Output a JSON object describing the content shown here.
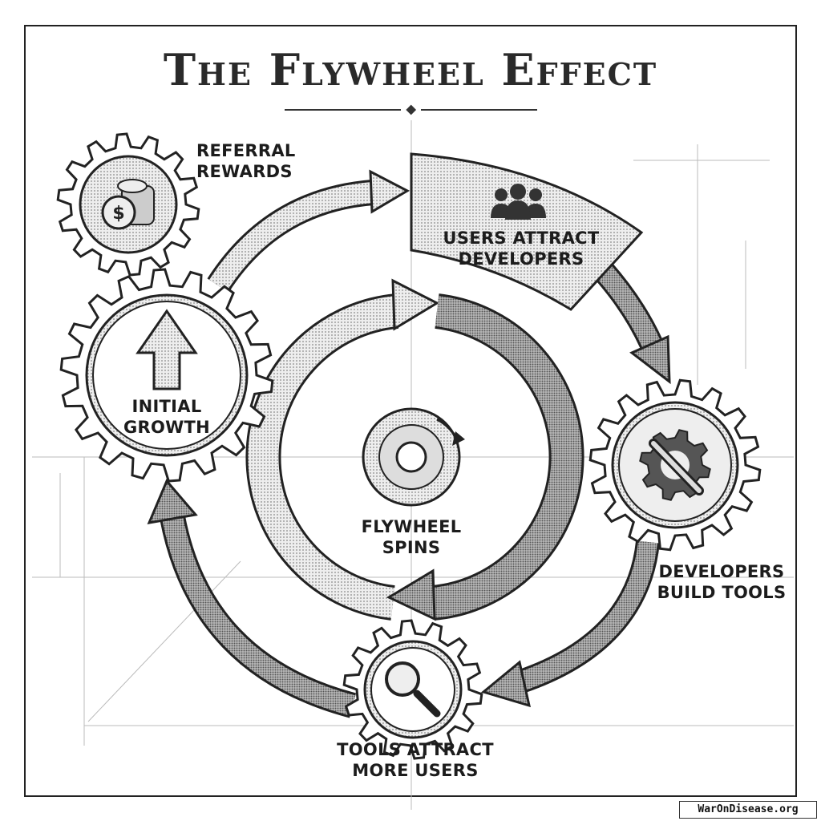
{
  "title": "The Flywheel Effect",
  "nodes": {
    "referral": {
      "line1": "REFERRAL",
      "line2": "REWARDS",
      "icon": "coins-dollar-icon"
    },
    "initial": {
      "line1": "INITIAL",
      "line2": "GROWTH",
      "icon": "up-arrow-icon"
    },
    "users": {
      "line1": "USERS ATTRACT",
      "line2": "DEVELOPERS",
      "icon": "users-group-icon"
    },
    "developers": {
      "line1": "DEVELOPERS",
      "line2": "BUILD TOOLS",
      "icon": "wrench-gear-icon"
    },
    "tools": {
      "line1": "TOOLS ATTRACT",
      "line2": "MORE USERS",
      "icon": "magnifier-icon"
    },
    "flywheel": {
      "line1": "FLYWHEEL",
      "line2": "SPINS",
      "icon": "spinning-disk-icon"
    }
  },
  "watermark": "WarOnDisease.org",
  "colors": {
    "ink": "#1c1c1c",
    "fill": "#d8d8d8",
    "dark_fill": "#9a9a9a",
    "paper": "#ffffff"
  }
}
